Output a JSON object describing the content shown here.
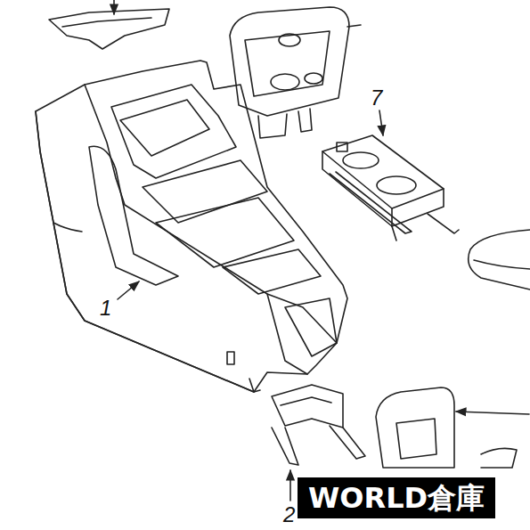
{
  "diagram": {
    "labels": [
      "7",
      "1",
      "2",
      "WORLD倉庫"
    ]
  }
}
